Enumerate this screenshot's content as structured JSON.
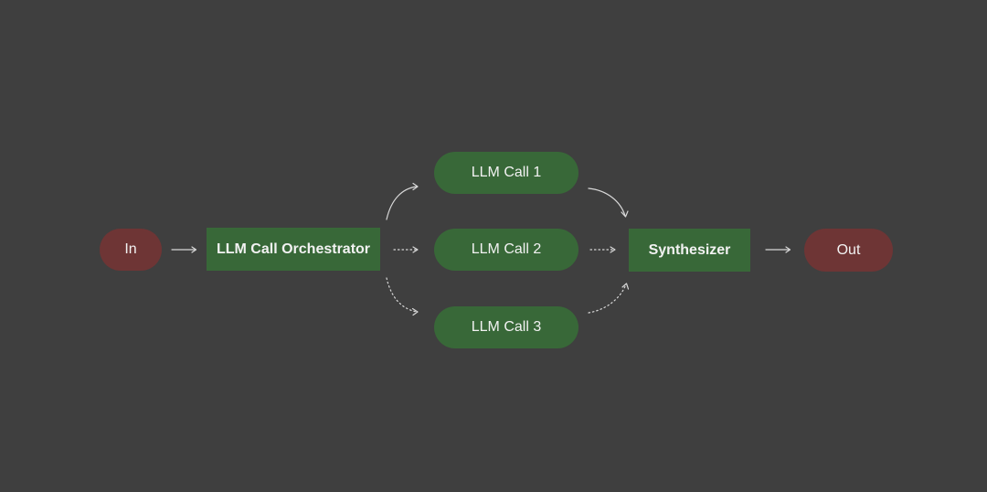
{
  "nodes": {
    "input": "In",
    "orchestrator": "LLM Call Orchestrator",
    "call1": "LLM Call 1",
    "call2": "LLM Call 2",
    "call3": "LLM Call 3",
    "synthesizer": "Synthesizer",
    "output": "Out"
  },
  "edges": [
    {
      "from": "input",
      "to": "orchestrator",
      "style": "solid"
    },
    {
      "from": "orchestrator",
      "to": "call1",
      "style": "solid"
    },
    {
      "from": "orchestrator",
      "to": "call2",
      "style": "dotted"
    },
    {
      "from": "orchestrator",
      "to": "call3",
      "style": "dotted"
    },
    {
      "from": "call1",
      "to": "synthesizer",
      "style": "solid"
    },
    {
      "from": "call2",
      "to": "synthesizer",
      "style": "dotted"
    },
    {
      "from": "call3",
      "to": "synthesizer",
      "style": "dotted"
    },
    {
      "from": "synthesizer",
      "to": "output",
      "style": "solid"
    }
  ],
  "colors": {
    "background": "#3f3f3f",
    "endpoint": "#6e3535",
    "llm_node": "#386838",
    "text": "#f2f2f2",
    "edge": "#d8d8d8"
  }
}
